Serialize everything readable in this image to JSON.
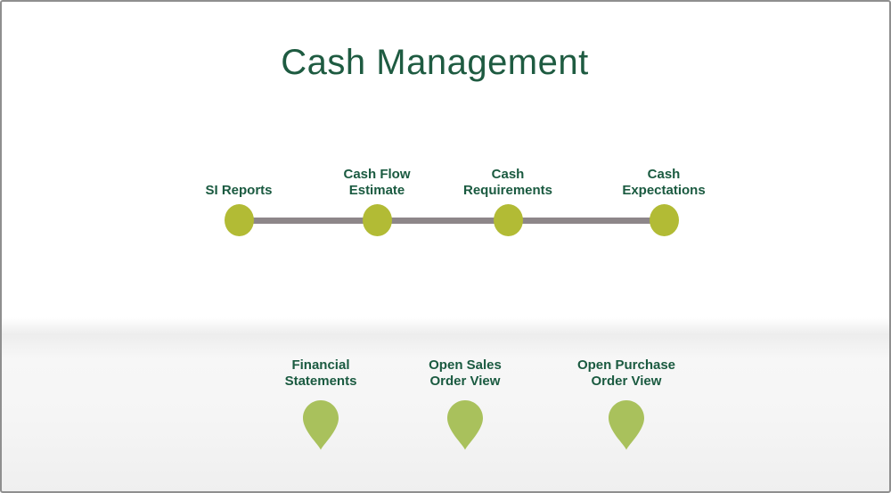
{
  "slide": {
    "title": "Cash Management"
  },
  "timeline": {
    "items": [
      {
        "label": "SI Reports"
      },
      {
        "label": "Cash Flow\nEstimate"
      },
      {
        "label": "Cash\nRequirements"
      },
      {
        "label": "Cash\nExpectations"
      }
    ]
  },
  "shortcuts": {
    "items": [
      {
        "label": "Financial\nStatements"
      },
      {
        "label": "Open Sales\nOrder View"
      },
      {
        "label": "Open Purchase\nOrder View"
      }
    ]
  },
  "colors": {
    "title_green": "#1e5b41",
    "label_green": "#1a5a40",
    "node_olive": "#b2bb35",
    "pin_green": "#a9c15c",
    "connector_gray": "#8d8689"
  }
}
